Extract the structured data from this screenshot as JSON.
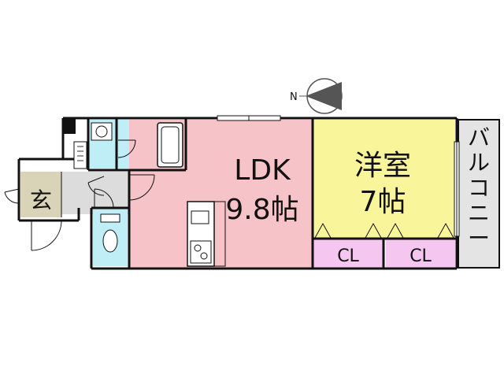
{
  "compass": {
    "north_label": "N"
  },
  "rooms": {
    "ldk": {
      "name": "LDK",
      "size": "9.8帖"
    },
    "western": {
      "name": "洋室",
      "size": "7帖"
    },
    "entrance": {
      "name": "玄"
    },
    "balcony": {
      "name": "バルコニー"
    },
    "closet_left": {
      "name": "CL"
    },
    "closet_right": {
      "name": "CL"
    }
  },
  "colors": {
    "ldk": "#f6c4c8",
    "western": "#f9f59a",
    "closet": "#f5c6ef",
    "wet_area": "#bfeef6",
    "entrance": "#d9d3b8",
    "floor_gray": "#d9d9d9",
    "balcony": "#e4e4e4",
    "wall": "#111111"
  }
}
